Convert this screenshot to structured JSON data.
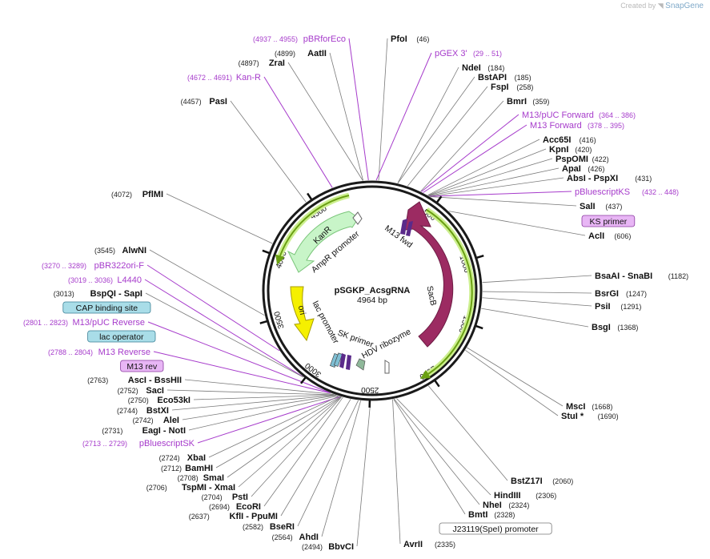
{
  "credit": {
    "prefix": "Created by",
    "brand": "SnapGene"
  },
  "plasmid": {
    "name": "pSGKP_AcsgRNA",
    "length": "4964 bp"
  },
  "colors": {
    "backbone": "#222222",
    "primer": "#a63bcb",
    "sacB": "#9c2b62",
    "kanR": "#c8f5c8",
    "ori": "#f5f000",
    "orf_green": "#6aa012",
    "orf_light": "#ccef8e"
  },
  "ticks": [
    "500",
    "1000",
    "1500",
    "2000",
    "2500",
    "3000",
    "3500",
    "4000",
    "4500"
  ],
  "features": {
    "kanr": "KanR",
    "ampr_promoter": "AmpR promoter",
    "ori": "ori",
    "lac_promoter": "lac promoter",
    "sk_primer": "SK primer",
    "hdv": "HDV ribozyme",
    "sacb": "SacB",
    "m13_fwd": "M13 fwd"
  },
  "right_labels": [
    {
      "name": "PfoI",
      "pos": "(46)"
    },
    {
      "name": "pGEX 3'",
      "pos": "(29 .. 51)",
      "primer": true
    },
    {
      "name": "NdeI",
      "pos": "(184)"
    },
    {
      "name": "BstAPI",
      "pos": "(185)"
    },
    {
      "name": "FspI",
      "pos": "(258)"
    },
    {
      "name": "BmrI",
      "pos": "(359)"
    },
    {
      "name": "M13/pUC Forward",
      "pos": "(364 .. 386)",
      "primer": true
    },
    {
      "name": "M13 Forward",
      "pos": "(378 .. 395)",
      "primer": true
    },
    {
      "name": "Acc65I",
      "pos": "(416)"
    },
    {
      "name": "KpnI",
      "pos": "(420)"
    },
    {
      "name": "PspOMI",
      "pos": "(422)"
    },
    {
      "name": "ApaI",
      "pos": "(426)"
    },
    {
      "name": "AbsI - PspXI",
      "pos": "(431)"
    },
    {
      "name": "pBluescriptKS",
      "pos": "(432 .. 448)",
      "primer": true
    },
    {
      "name": "SalI",
      "pos": "(437)"
    },
    {
      "name": "KS primer",
      "box": "purple"
    },
    {
      "name": "AclI",
      "pos": "(606)"
    },
    {
      "name": "BsaAI - SnaBI",
      "pos": "(1182)"
    },
    {
      "name": "BsrGI",
      "pos": "(1247)"
    },
    {
      "name": "PsiI",
      "pos": "(1291)"
    },
    {
      "name": "BsgI",
      "pos": "(1368)"
    },
    {
      "name": "MscI",
      "pos": "(1668)"
    },
    {
      "name": "StuI *",
      "pos": "(1690)"
    },
    {
      "name": "BstZ17I",
      "pos": "(2060)"
    },
    {
      "name": "HindIII",
      "pos": "(2306)"
    },
    {
      "name": "NheI",
      "pos": "(2324)"
    },
    {
      "name": "BmtI",
      "pos": "(2328)"
    },
    {
      "name": "J23119(SpeI) promoter",
      "box": "white"
    },
    {
      "name": "AvrII",
      "pos": "(2335)"
    }
  ],
  "left_labels": [
    {
      "name": "pBRforEco",
      "pos": "(4937 .. 4955)",
      "primer": true
    },
    {
      "name": "AatII",
      "pos": "(4899)"
    },
    {
      "name": "ZraI",
      "pos": "(4897)"
    },
    {
      "name": "Kan-R",
      "pos": "(4672 .. 4691)",
      "primer": true
    },
    {
      "name": "PasI",
      "pos": "(4457)"
    },
    {
      "name": "PflMI",
      "pos": "(4072)"
    },
    {
      "name": "AlwNI",
      "pos": "(3545)"
    },
    {
      "name": "pBR322ori-F",
      "pos": "(3270 .. 3289)",
      "primer": true
    },
    {
      "name": "L4440",
      "pos": "(3019 .. 3036)",
      "primer": true
    },
    {
      "name": "BspQI - SapI",
      "pos": "(3013)"
    },
    {
      "name": "CAP binding site",
      "box": "teal"
    },
    {
      "name": "M13/pUC Reverse",
      "pos": "(2801 .. 2823)",
      "primer": true
    },
    {
      "name": "lac operator",
      "box": "teal"
    },
    {
      "name": "M13 Reverse",
      "pos": "(2788 .. 2804)",
      "primer": true
    },
    {
      "name": "M13 rev",
      "box": "purple"
    },
    {
      "name": "AscI - BssHII",
      "pos": "(2763)"
    },
    {
      "name": "SacI",
      "pos": "(2752)"
    },
    {
      "name": "Eco53kI",
      "pos": "(2750)"
    },
    {
      "name": "BstXI",
      "pos": "(2744)"
    },
    {
      "name": "AleI",
      "pos": "(2742)"
    },
    {
      "name": "EagI - NotI",
      "pos": "(2731)"
    },
    {
      "name": "pBluescriptSK",
      "pos": "(2713 .. 2729)",
      "primer": true
    },
    {
      "name": "XbaI",
      "pos": "(2724)"
    },
    {
      "name": "BamHI",
      "pos": "(2712)"
    },
    {
      "name": "SmaI",
      "pos": "(2708)"
    },
    {
      "name": "TspMI - XmaI",
      "pos": "(2706)"
    },
    {
      "name": "PstI",
      "pos": "(2704)"
    },
    {
      "name": "EcoRI",
      "pos": "(2694)"
    },
    {
      "name": "KflI - PpuMI",
      "pos": "(2637)"
    },
    {
      "name": "BseRI",
      "pos": "(2582)"
    },
    {
      "name": "AhdI",
      "pos": "(2564)"
    },
    {
      "name": "BbvCI",
      "pos": "(2494)"
    }
  ]
}
